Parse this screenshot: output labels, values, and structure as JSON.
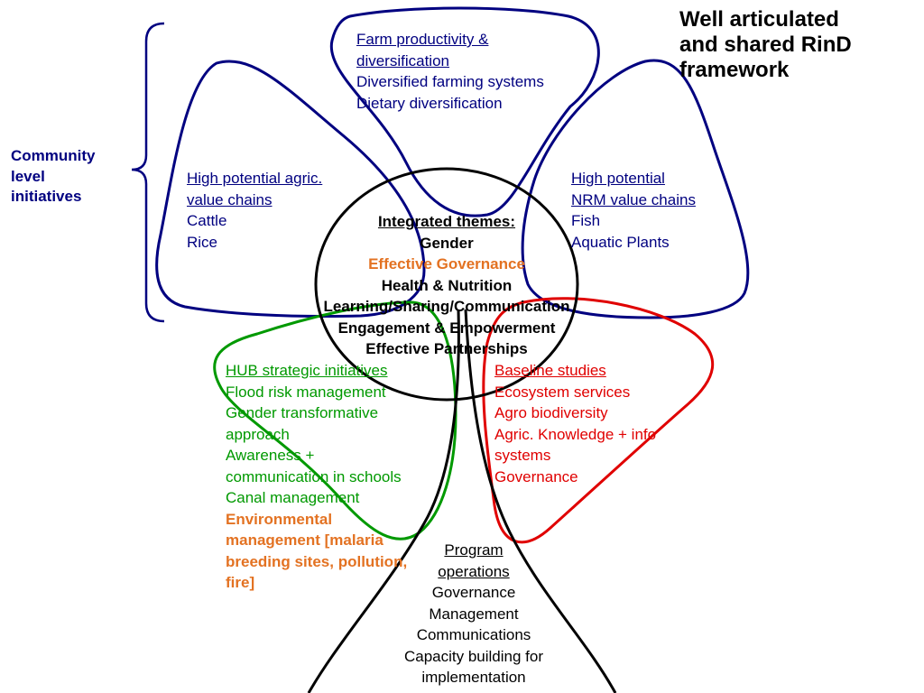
{
  "title_lines": [
    "Well articulated",
    "and shared RinD",
    "framework"
  ],
  "community_label_lines": [
    "Community",
    "level",
    "initiatives"
  ],
  "colors": {
    "navy": "#000080",
    "green": "#009900",
    "red": "#e00000",
    "orange": "#e37222",
    "black": "#000000"
  },
  "petals": {
    "top": {
      "heading_lines": [
        "Farm productivity &",
        "diversification"
      ],
      "items": [
        "Diversified farming systems",
        "Dietary diversification"
      ]
    },
    "left": {
      "heading_lines": [
        "High potential agric.",
        "value chains"
      ],
      "items": [
        "Cattle",
        "Rice"
      ]
    },
    "right": {
      "heading_lines": [
        "High potential",
        "NRM value chains"
      ],
      "items": [
        "Fish",
        "Aquatic Plants"
      ]
    },
    "green": {
      "heading": "HUB strategic initiatives",
      "items": [
        "Flood risk management",
        "Gender transformative",
        "approach",
        "Awareness +",
        "communication in schools",
        "Canal management"
      ],
      "highlight_lines": [
        "Environmental",
        "management [malaria",
        "breeding sites, pollution,",
        "fire]"
      ]
    },
    "red": {
      "heading": "Baseline studies",
      "items": [
        "Ecosystem services",
        "Agro biodiversity",
        "Agric. Knowledge + info",
        "systems",
        "Governance"
      ]
    }
  },
  "center": {
    "heading": "Integrated themes:",
    "themes": [
      "Gender",
      "Effective Governance",
      "Health & Nutrition",
      "Learning/Sharing/Communication",
      "Engagement & Empowerment",
      "Effective Partnerships"
    ]
  },
  "stem": {
    "heading_lines": [
      "Program",
      "operations"
    ],
    "items": [
      "Governance",
      "Management",
      "Communications",
      "Capacity building for",
      "implementation"
    ]
  }
}
